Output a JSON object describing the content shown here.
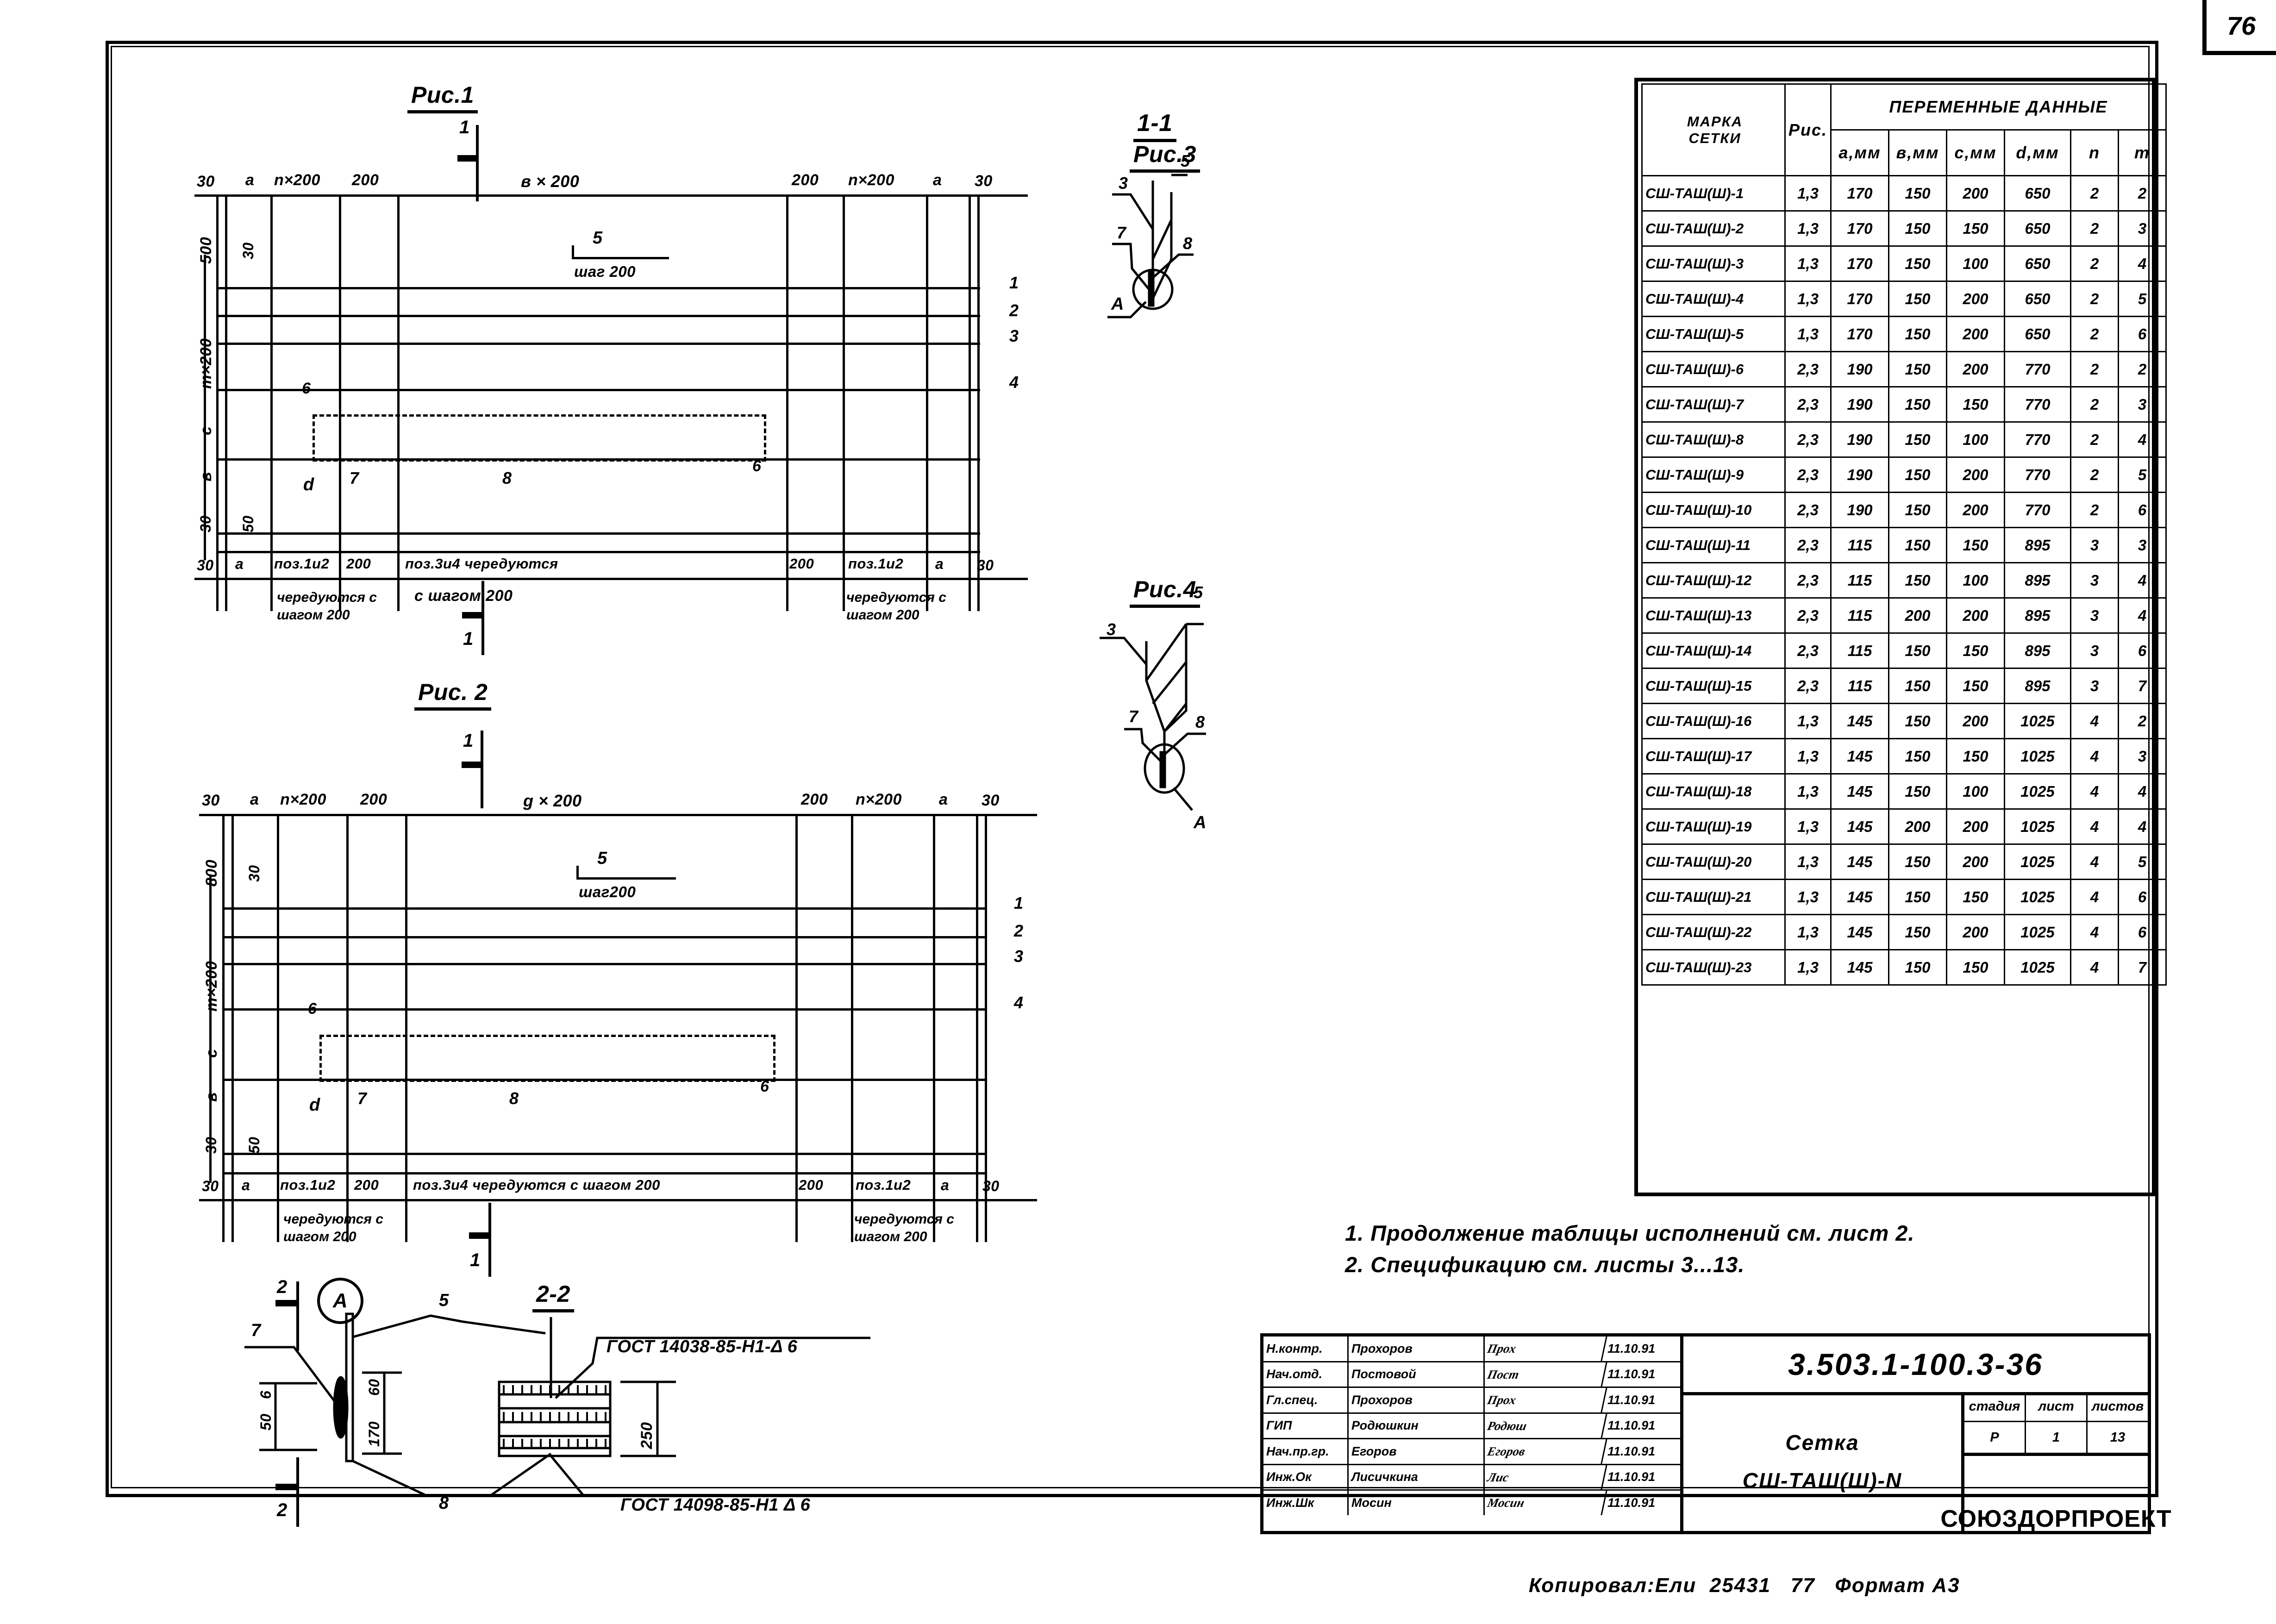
{
  "sheet": {
    "page_number": "76",
    "format_note": "Формат А3",
    "copy_note": "Копировал:Ели  25431   77"
  },
  "figures": {
    "fig1": {
      "title": "Рис.1",
      "section_mark": "1",
      "top_dims": [
        "30",
        "a",
        "n×200",
        "200",
        "в × 200",
        "200",
        "n×200",
        "a",
        "30"
      ],
      "left_dims": [
        "500",
        "30",
        "m×200",
        "c",
        "в",
        "30",
        "50"
      ],
      "inner_labels": [
        "5",
        "шаг 200",
        "6",
        "d",
        "7",
        "8",
        "6"
      ],
      "bar_numbers": [
        "1",
        "2",
        "3",
        "4"
      ],
      "bottom_dims": [
        "30",
        "a",
        "поз.1и2",
        "200",
        "поз.3и4 чередуются",
        "200",
        "поз.1и2",
        "a",
        "30"
      ],
      "bottom_note_center": "с шагом 200",
      "bottom_note_left": "чередуются с\nшагом 200",
      "bottom_note_right": "чередуются с\nшагом 200"
    },
    "fig2": {
      "title": "Рис. 2",
      "section_mark": "1",
      "top_dims": [
        "30",
        "a",
        "n×200",
        "200",
        "g × 200",
        "200",
        "n×200",
        "a",
        "30"
      ],
      "left_dims": [
        "800",
        "30",
        "m×200",
        "c",
        "в",
        "30",
        "50"
      ],
      "inner_labels": [
        "5",
        "шаг200",
        "6",
        "d",
        "7",
        "8",
        "6"
      ],
      "bar_numbers": [
        "1",
        "2",
        "3",
        "4"
      ],
      "bottom_dims": [
        "30",
        "a",
        "поз.1и2",
        "200",
        "поз.3и4 чередуются с шагом 200",
        "200",
        "поз.1и2",
        "a",
        "30"
      ],
      "bottom_note_left": "чередуются с\nшагом 200",
      "bottom_note_right": "чередуются с\nшагом 200"
    },
    "fig3": {
      "section_title": "1-1",
      "title": "Рис.3",
      "leaders": [
        "5",
        "3",
        "7",
        "8",
        "A"
      ]
    },
    "fig4": {
      "title": "Рис.4",
      "leaders": [
        "5",
        "3",
        "7",
        "8",
        "A"
      ]
    },
    "detail": {
      "callout": "A",
      "section_title": "2-2",
      "section_marks": [
        "2",
        "2"
      ],
      "leaders": [
        "7",
        "5",
        "8"
      ],
      "dims": [
        "50",
        "6",
        "170",
        "60",
        "250"
      ],
      "gost_top": "ГОСТ 14038-85-Н1-Δ 6",
      "gost_bottom": "ГОСТ 14098-85-Н1 Δ 6"
    }
  },
  "table": {
    "header": {
      "mark": "МАРКА\nСЕТКИ",
      "group": "ПЕРЕМЕННЫЕ  ДАННЫЕ",
      "cols": [
        "Рис.",
        "a,мм",
        "в,мм",
        "c,мм",
        "d,мм",
        "n",
        "m"
      ]
    },
    "rows": [
      {
        "mark": "СШ-ТАШ(Ш)-1",
        "ris": "1,3",
        "a": "170",
        "b": "150",
        "c": "200",
        "d": "650",
        "n": "2",
        "m": "2"
      },
      {
        "mark": "СШ-ТАШ(Ш)-2",
        "ris": "1,3",
        "a": "170",
        "b": "150",
        "c": "150",
        "d": "650",
        "n": "2",
        "m": "3"
      },
      {
        "mark": "СШ-ТАШ(Ш)-3",
        "ris": "1,3",
        "a": "170",
        "b": "150",
        "c": "100",
        "d": "650",
        "n": "2",
        "m": "4"
      },
      {
        "mark": "СШ-ТАШ(Ш)-4",
        "ris": "1,3",
        "a": "170",
        "b": "150",
        "c": "200",
        "d": "650",
        "n": "2",
        "m": "5"
      },
      {
        "mark": "СШ-ТАШ(Ш)-5",
        "ris": "1,3",
        "a": "170",
        "b": "150",
        "c": "200",
        "d": "650",
        "n": "2",
        "m": "6"
      },
      {
        "mark": "СШ-ТАШ(Ш)-6",
        "ris": "2,3",
        "a": "190",
        "b": "150",
        "c": "200",
        "d": "770",
        "n": "2",
        "m": "2"
      },
      {
        "mark": "СШ-ТАШ(Ш)-7",
        "ris": "2,3",
        "a": "190",
        "b": "150",
        "c": "150",
        "d": "770",
        "n": "2",
        "m": "3"
      },
      {
        "mark": "СШ-ТАШ(Ш)-8",
        "ris": "2,3",
        "a": "190",
        "b": "150",
        "c": "100",
        "d": "770",
        "n": "2",
        "m": "4"
      },
      {
        "mark": "СШ-ТАШ(Ш)-9",
        "ris": "2,3",
        "a": "190",
        "b": "150",
        "c": "200",
        "d": "770",
        "n": "2",
        "m": "5"
      },
      {
        "mark": "СШ-ТАШ(Ш)-10",
        "ris": "2,3",
        "a": "190",
        "b": "150",
        "c": "200",
        "d": "770",
        "n": "2",
        "m": "6"
      },
      {
        "mark": "СШ-ТАШ(Ш)-11",
        "ris": "2,3",
        "a": "115",
        "b": "150",
        "c": "150",
        "d": "895",
        "n": "3",
        "m": "3"
      },
      {
        "mark": "СШ-ТАШ(Ш)-12",
        "ris": "2,3",
        "a": "115",
        "b": "150",
        "c": "100",
        "d": "895",
        "n": "3",
        "m": "4"
      },
      {
        "mark": "СШ-ТАШ(Ш)-13",
        "ris": "2,3",
        "a": "115",
        "b": "200",
        "c": "200",
        "d": "895",
        "n": "3",
        "m": "4"
      },
      {
        "mark": "СШ-ТАШ(Ш)-14",
        "ris": "2,3",
        "a": "115",
        "b": "150",
        "c": "150",
        "d": "895",
        "n": "3",
        "m": "6"
      },
      {
        "mark": "СШ-ТАШ(Ш)-15",
        "ris": "2,3",
        "a": "115",
        "b": "150",
        "c": "150",
        "d": "895",
        "n": "3",
        "m": "7"
      },
      {
        "mark": "СШ-ТАШ(Ш)-16",
        "ris": "1,3",
        "a": "145",
        "b": "150",
        "c": "200",
        "d": "1025",
        "n": "4",
        "m": "2"
      },
      {
        "mark": "СШ-ТАШ(Ш)-17",
        "ris": "1,3",
        "a": "145",
        "b": "150",
        "c": "150",
        "d": "1025",
        "n": "4",
        "m": "3"
      },
      {
        "mark": "СШ-ТАШ(Ш)-18",
        "ris": "1,3",
        "a": "145",
        "b": "150",
        "c": "100",
        "d": "1025",
        "n": "4",
        "m": "4"
      },
      {
        "mark": "СШ-ТАШ(Ш)-19",
        "ris": "1,3",
        "a": "145",
        "b": "200",
        "c": "200",
        "d": "1025",
        "n": "4",
        "m": "4"
      },
      {
        "mark": "СШ-ТАШ(Ш)-20",
        "ris": "1,3",
        "a": "145",
        "b": "150",
        "c": "200",
        "d": "1025",
        "n": "4",
        "m": "5"
      },
      {
        "mark": "СШ-ТАШ(Ш)-21",
        "ris": "1,3",
        "a": "145",
        "b": "150",
        "c": "150",
        "d": "1025",
        "n": "4",
        "m": "6"
      },
      {
        "mark": "СШ-ТАШ(Ш)-22",
        "ris": "1,3",
        "a": "145",
        "b": "150",
        "c": "200",
        "d": "1025",
        "n": "4",
        "m": "6"
      },
      {
        "mark": "СШ-ТАШ(Ш)-23",
        "ris": "1,3",
        "a": "145",
        "b": "150",
        "c": "150",
        "d": "1025",
        "n": "4",
        "m": "7"
      }
    ]
  },
  "notes": {
    "n1": "1. Продолжение  таблицы  исполнений см. лист 2.",
    "n2": "2. Спецификацию см. листы  3...13."
  },
  "title_block": {
    "signatures": [
      {
        "role": "Н.контр.",
        "name": "Прохоров",
        "sign": "Прох",
        "date": "11.10.91"
      },
      {
        "role": "Нач.отд.",
        "name": "Постовой",
        "sign": "Пост",
        "date": "11.10.91"
      },
      {
        "role": "Гл.спец.",
        "name": "Прохоров",
        "sign": "Прох",
        "date": "11.10.91"
      },
      {
        "role": "ГИП",
        "name": "Родюшкин",
        "sign": "Родюш",
        "date": "11.10.91"
      },
      {
        "role": "Нач.пр.гр.",
        "name": "Егоров",
        "sign": "Егоров",
        "date": "11.10.91"
      },
      {
        "role": "Инж.Ок",
        "name": "Лисичкина",
        "sign": "Лис",
        "date": "11.10.91"
      },
      {
        "role": "Инж.Шк",
        "name": "Мосин",
        "sign": "Мосин",
        "date": "11.10.91"
      }
    ],
    "code": "3.503.1-100.3-36",
    "object_line1": "Сетка",
    "object_line2": "СШ-ТАШ(Ш)-N",
    "meta_labels": [
      "стадия",
      "лист",
      "листов"
    ],
    "meta_values": [
      "Р",
      "1",
      "13"
    ],
    "org": "СОЮЗДОРПРОЕКТ"
  }
}
